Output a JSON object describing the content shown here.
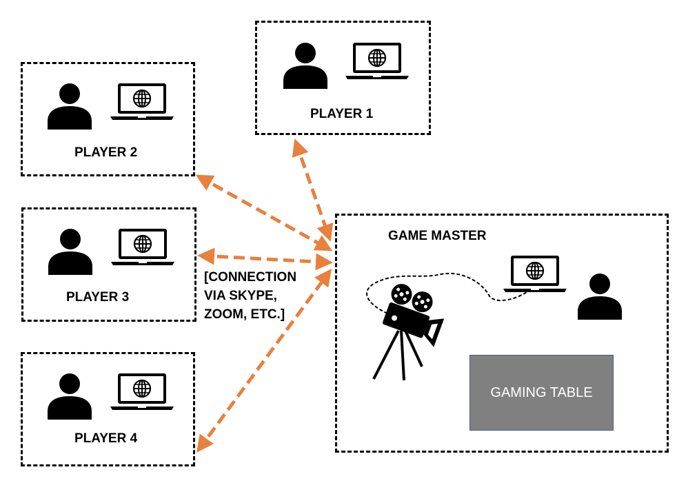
{
  "players": [
    {
      "id": "player-1",
      "label": "PLAYER 1"
    },
    {
      "id": "player-2",
      "label": "PLAYER 2"
    },
    {
      "id": "player-3",
      "label": "PLAYER 3"
    },
    {
      "id": "player-4",
      "label": "PLAYER 4"
    }
  ],
  "game_master": {
    "label": "GAME MASTER",
    "table_label": "GAMING TABLE"
  },
  "connection_note": {
    "lines": [
      "[CONNECTION",
      "VIA SKYPE,",
      "ZOOM, ETC.]"
    ]
  },
  "colors": {
    "arrow": "#e8803e",
    "table": "#808080"
  },
  "icons": [
    "person-icon",
    "laptop-globe-icon",
    "movie-camera-icon"
  ]
}
